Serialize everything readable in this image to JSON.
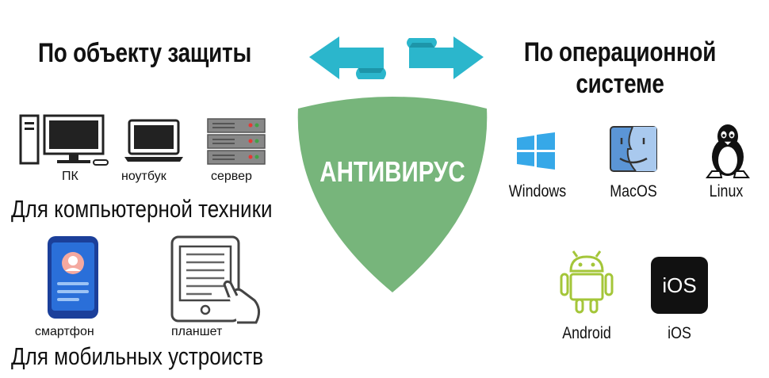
{
  "headings": {
    "by_protection_object": "По объекту защиты",
    "by_os_line1": "По операционной",
    "by_os_line2": "системе"
  },
  "center": {
    "label": "АНТИВИРУС"
  },
  "computer_section": {
    "title": "Для компьютерной техники",
    "devices": [
      {
        "label": "ПК",
        "icon": "desktop-pc-icon"
      },
      {
        "label": "ноутбук",
        "icon": "laptop-icon"
      },
      {
        "label": "сервер",
        "icon": "server-icon"
      }
    ]
  },
  "mobile_section": {
    "title": "Для мобильных устроиств",
    "devices": [
      {
        "label": "смартфон",
        "icon": "smartphone-icon"
      },
      {
        "label": "планшет",
        "icon": "tablet-icon"
      }
    ]
  },
  "operating_systems": [
    {
      "label": "Windows",
      "icon": "windows-logo-icon"
    },
    {
      "label": "MacOS",
      "icon": "macos-finder-icon"
    },
    {
      "label": "Linux",
      "icon": "linux-tux-icon"
    },
    {
      "label": "Android",
      "icon": "android-robot-icon"
    },
    {
      "label": "iOS",
      "icon": "ios-logo-icon",
      "badge_text": "iOS"
    }
  ],
  "colors": {
    "shield_green": "#77b57b",
    "arrow_cyan": "#2bb6cc",
    "arrow_cyan_dark": "#1d95a9",
    "windows_blue": "#36a8e8",
    "android_green": "#a4c639",
    "mac_blue": "#5b95d6",
    "smartphone_blue": "#2a6fd9"
  }
}
